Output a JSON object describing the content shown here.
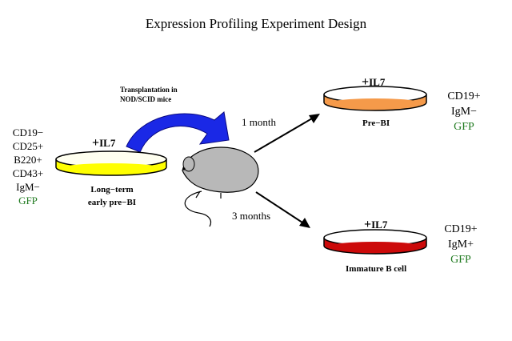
{
  "title": "Expression Profiling Experiment Design",
  "colors": {
    "yellow_dish": "#ffff00",
    "orange_dish": "#f59a4a",
    "red_dish": "#cc0a0a",
    "blue_arrow": "#1a28e6",
    "mouse": "#b8b8b8",
    "marker_green": "#1f7a1f"
  },
  "start_population": {
    "markers": [
      "CD19−",
      "CD25+",
      "B220+",
      "CD43+",
      "IgM−"
    ],
    "reporter": "GFP",
    "treatment": "IL7",
    "caption_line1": "Long−term",
    "caption_line2": "early pre−BI"
  },
  "transplantation": {
    "line1": "Transplantation in",
    "line2": "NOD/SCID mice"
  },
  "timepoint_1": {
    "label": "1 month",
    "treatment": "IL7",
    "caption": "Pre−BI",
    "markers": [
      "CD19+",
      "IgM−"
    ],
    "reporter": "GFP"
  },
  "timepoint_2": {
    "label": "3 months",
    "treatment": "IL7",
    "caption": "Immature B cell",
    "markers": [
      "CD19+",
      "IgM+"
    ],
    "reporter": "GFP"
  }
}
